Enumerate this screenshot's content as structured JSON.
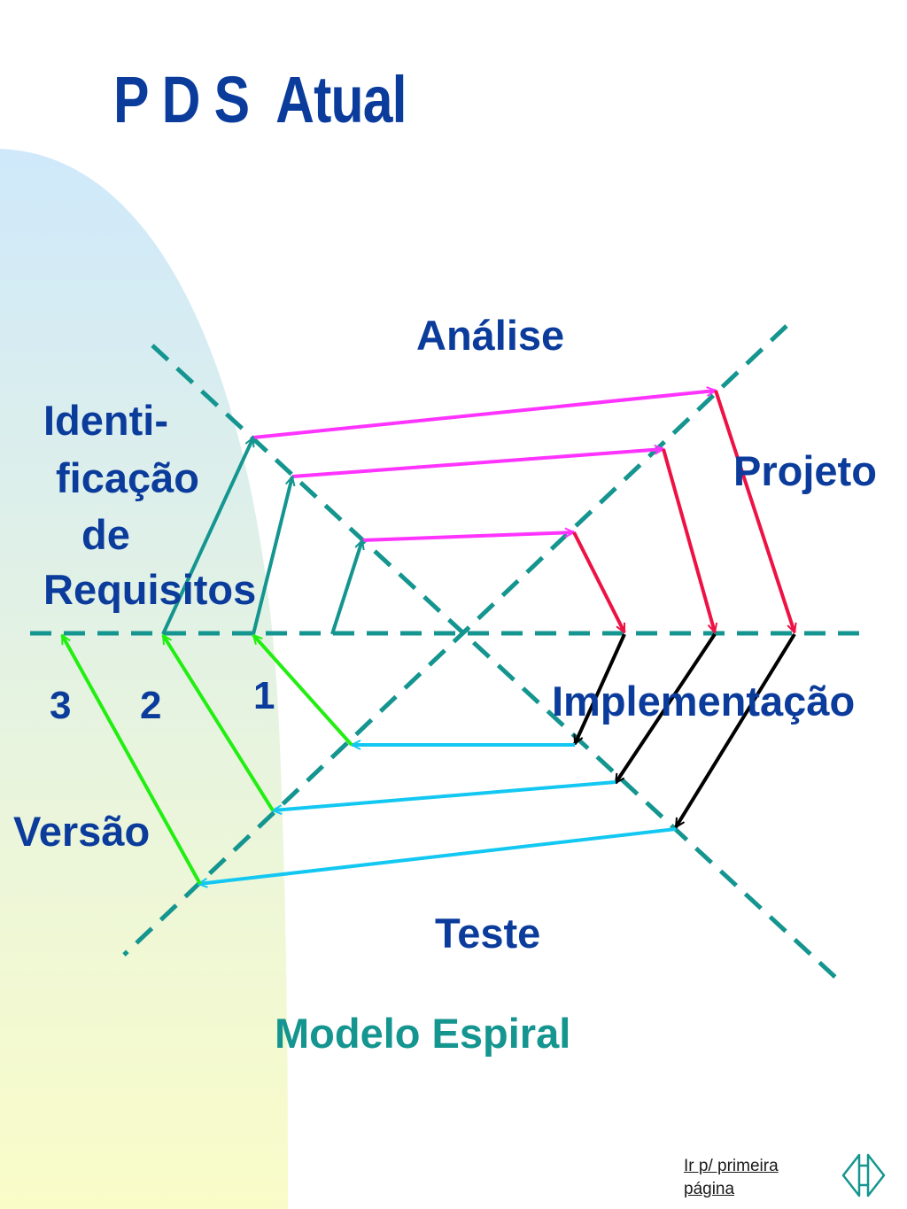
{
  "title": "P D S  Atual",
  "phases": {
    "analise": "Análise",
    "projeto": "Projeto",
    "implementacao": "Implementação",
    "teste": "Teste",
    "versao": "Versão",
    "requisitos": [
      "Identi-",
      "ficação",
      "de",
      "Requisitos"
    ]
  },
  "iterations": [
    "1",
    "2",
    "3"
  ],
  "subtitle": "Modelo  Espiral",
  "nav": {
    "first_page_link": [
      "Ir p/ primeira",
      "página"
    ],
    "icon": "navigation-arrows-icon"
  },
  "colors": {
    "title": "#0b3c9c",
    "subtitle": "#14958f",
    "axis": "#14958f",
    "analysis_arrows": "#ff33ff",
    "design_arrows": "#ee1144",
    "implementation_arrows": "#000000",
    "test_arrows": "#12c8f2",
    "version_arrows": "#22ee11",
    "requirements_arrows": "#14958f",
    "background_gradient": [
      "#cfe9fb",
      "#fafcc8"
    ]
  }
}
